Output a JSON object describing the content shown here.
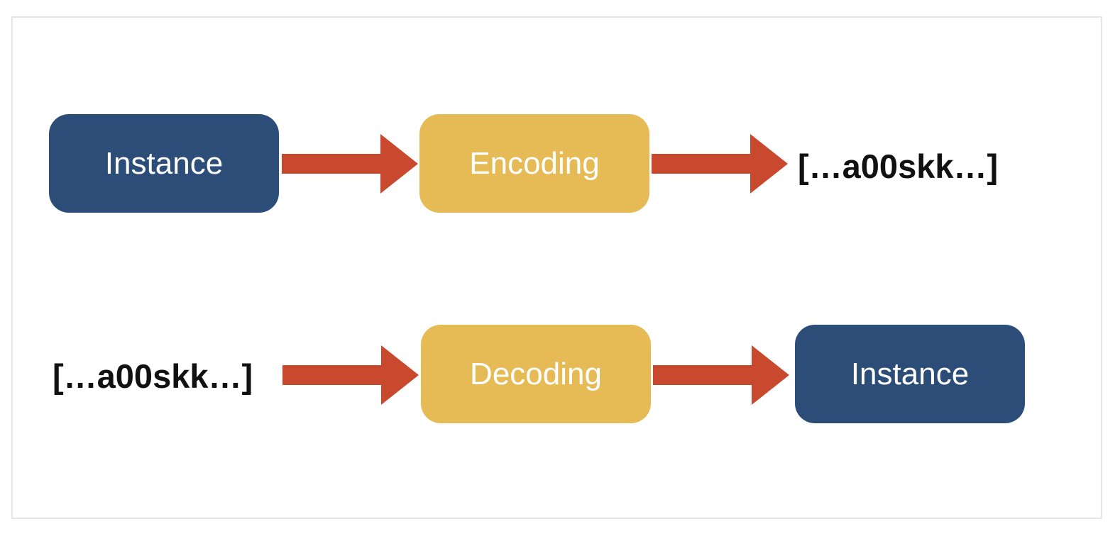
{
  "colors": {
    "primary_box": "#2b4d78",
    "process_box": "#e6bb56",
    "arrow": "#c9492f",
    "box_text": "#ffffff",
    "code_text": "#111111"
  },
  "encoding_row": {
    "source_label": "Instance",
    "process_label": "Encoding",
    "result_text": "[…a00skk…]"
  },
  "decoding_row": {
    "source_text": "[…a00skk…]",
    "process_label": "Decoding",
    "result_label": "Instance"
  }
}
